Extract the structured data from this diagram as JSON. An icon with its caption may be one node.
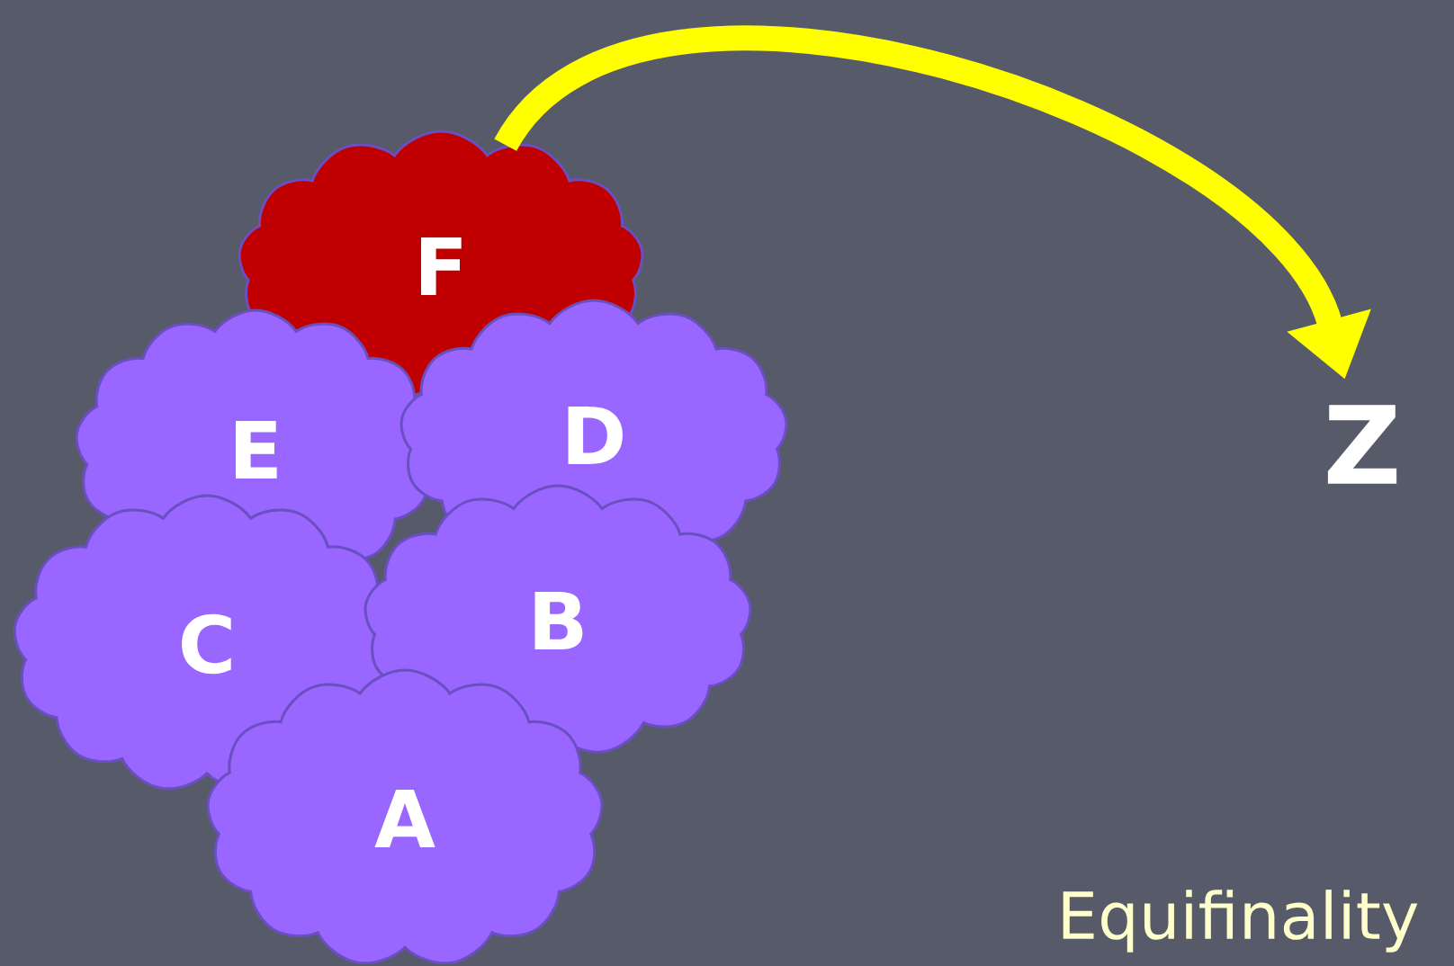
{
  "diagram": {
    "nodes": [
      {
        "text": [
          "F"
        ]
      },
      {
        "text": [
          "E"
        ]
      },
      {
        "text": [
          "D"
        ]
      },
      {
        "text": [
          "C"
        ]
      },
      {
        "text": [
          "B"
        ]
      },
      {
        "text": [
          "A"
        ]
      },
      {
        "text": [
          "Z"
        ]
      }
    ],
    "edges": [
      {
        "from": 0,
        "to": 6,
        "arrow": "to",
        "color": "#ffff00"
      }
    ],
    "labels": [
      "Equifinality"
    ]
  }
}
